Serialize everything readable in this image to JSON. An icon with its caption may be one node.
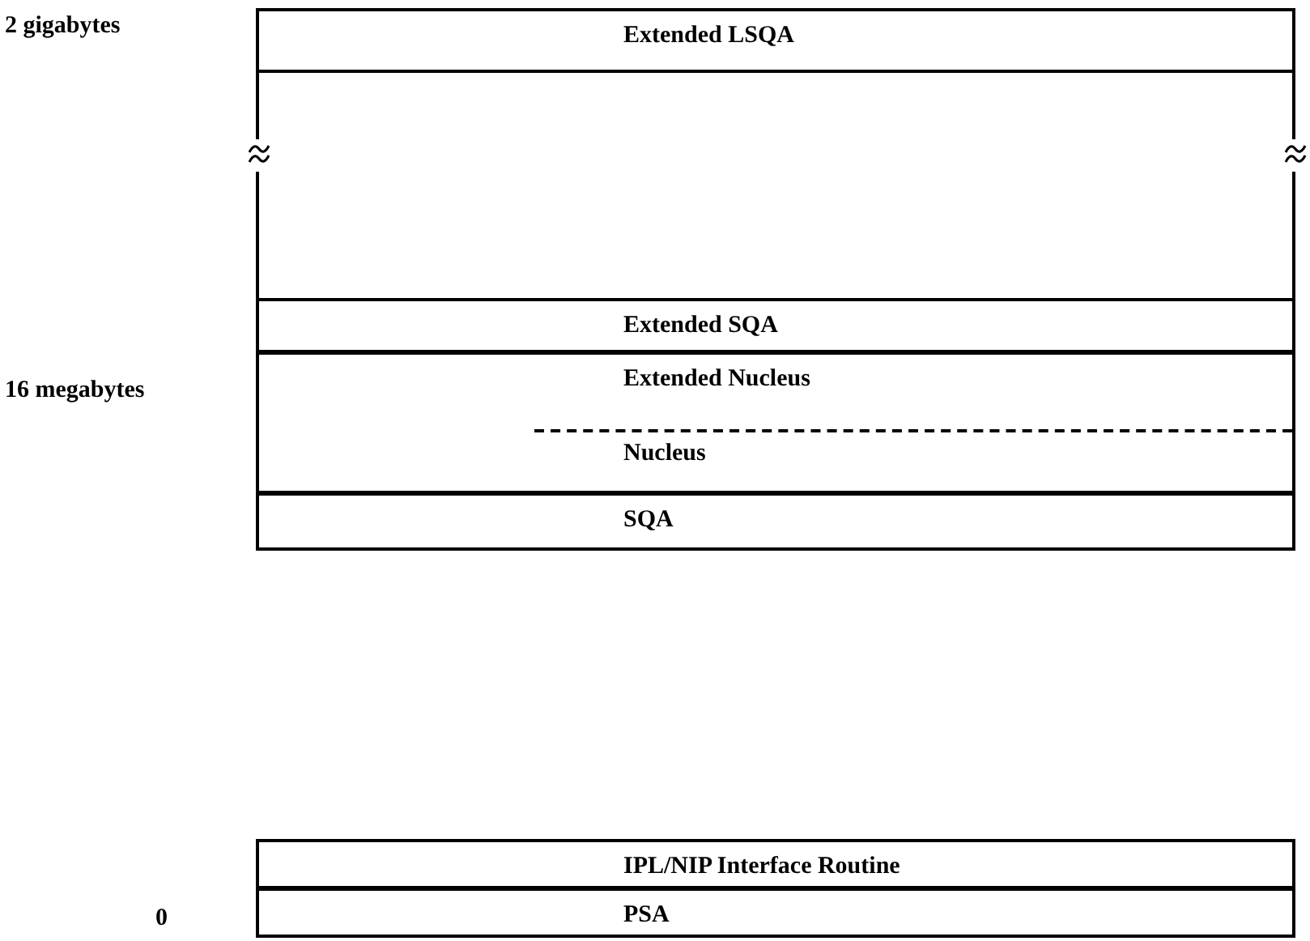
{
  "diagram": {
    "nodes": [
      {
        "text": [
          "Extended LSQA"
        ]
      },
      {
        "text": [
          "Extended SQA"
        ]
      },
      {
        "text": [
          "Extended Nucleus"
        ]
      },
      {
        "text": [
          "Nucleus"
        ]
      },
      {
        "text": [
          "SQA"
        ]
      },
      {
        "text": [
          "IPL/NIP Interface Routine"
        ]
      },
      {
        "text": [
          "PSA"
        ]
      }
    ],
    "edges": [],
    "labels": [
      "2 gigabytes",
      "16 megabytes",
      "0"
    ]
  }
}
